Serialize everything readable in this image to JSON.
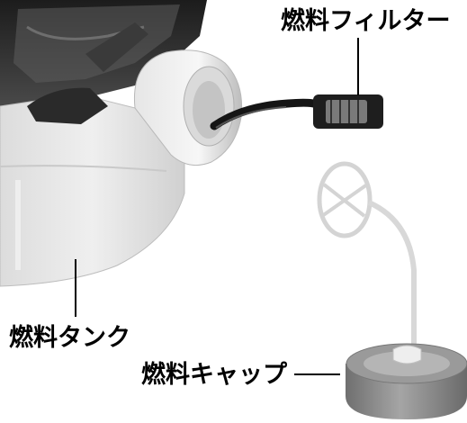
{
  "labels": {
    "fuel_filter": "燃料フィルター",
    "fuel_tank": "燃料タンク",
    "fuel_cap": "燃料キャップ"
  },
  "colors": {
    "background": "#ffffff",
    "label_text": "#000000",
    "leader_line": "#000000",
    "tank_body": "#e9e9e9",
    "engine_dark": "#2b2b2b",
    "hose": "#1a1a1a",
    "cap": "#8c8c8c"
  }
}
